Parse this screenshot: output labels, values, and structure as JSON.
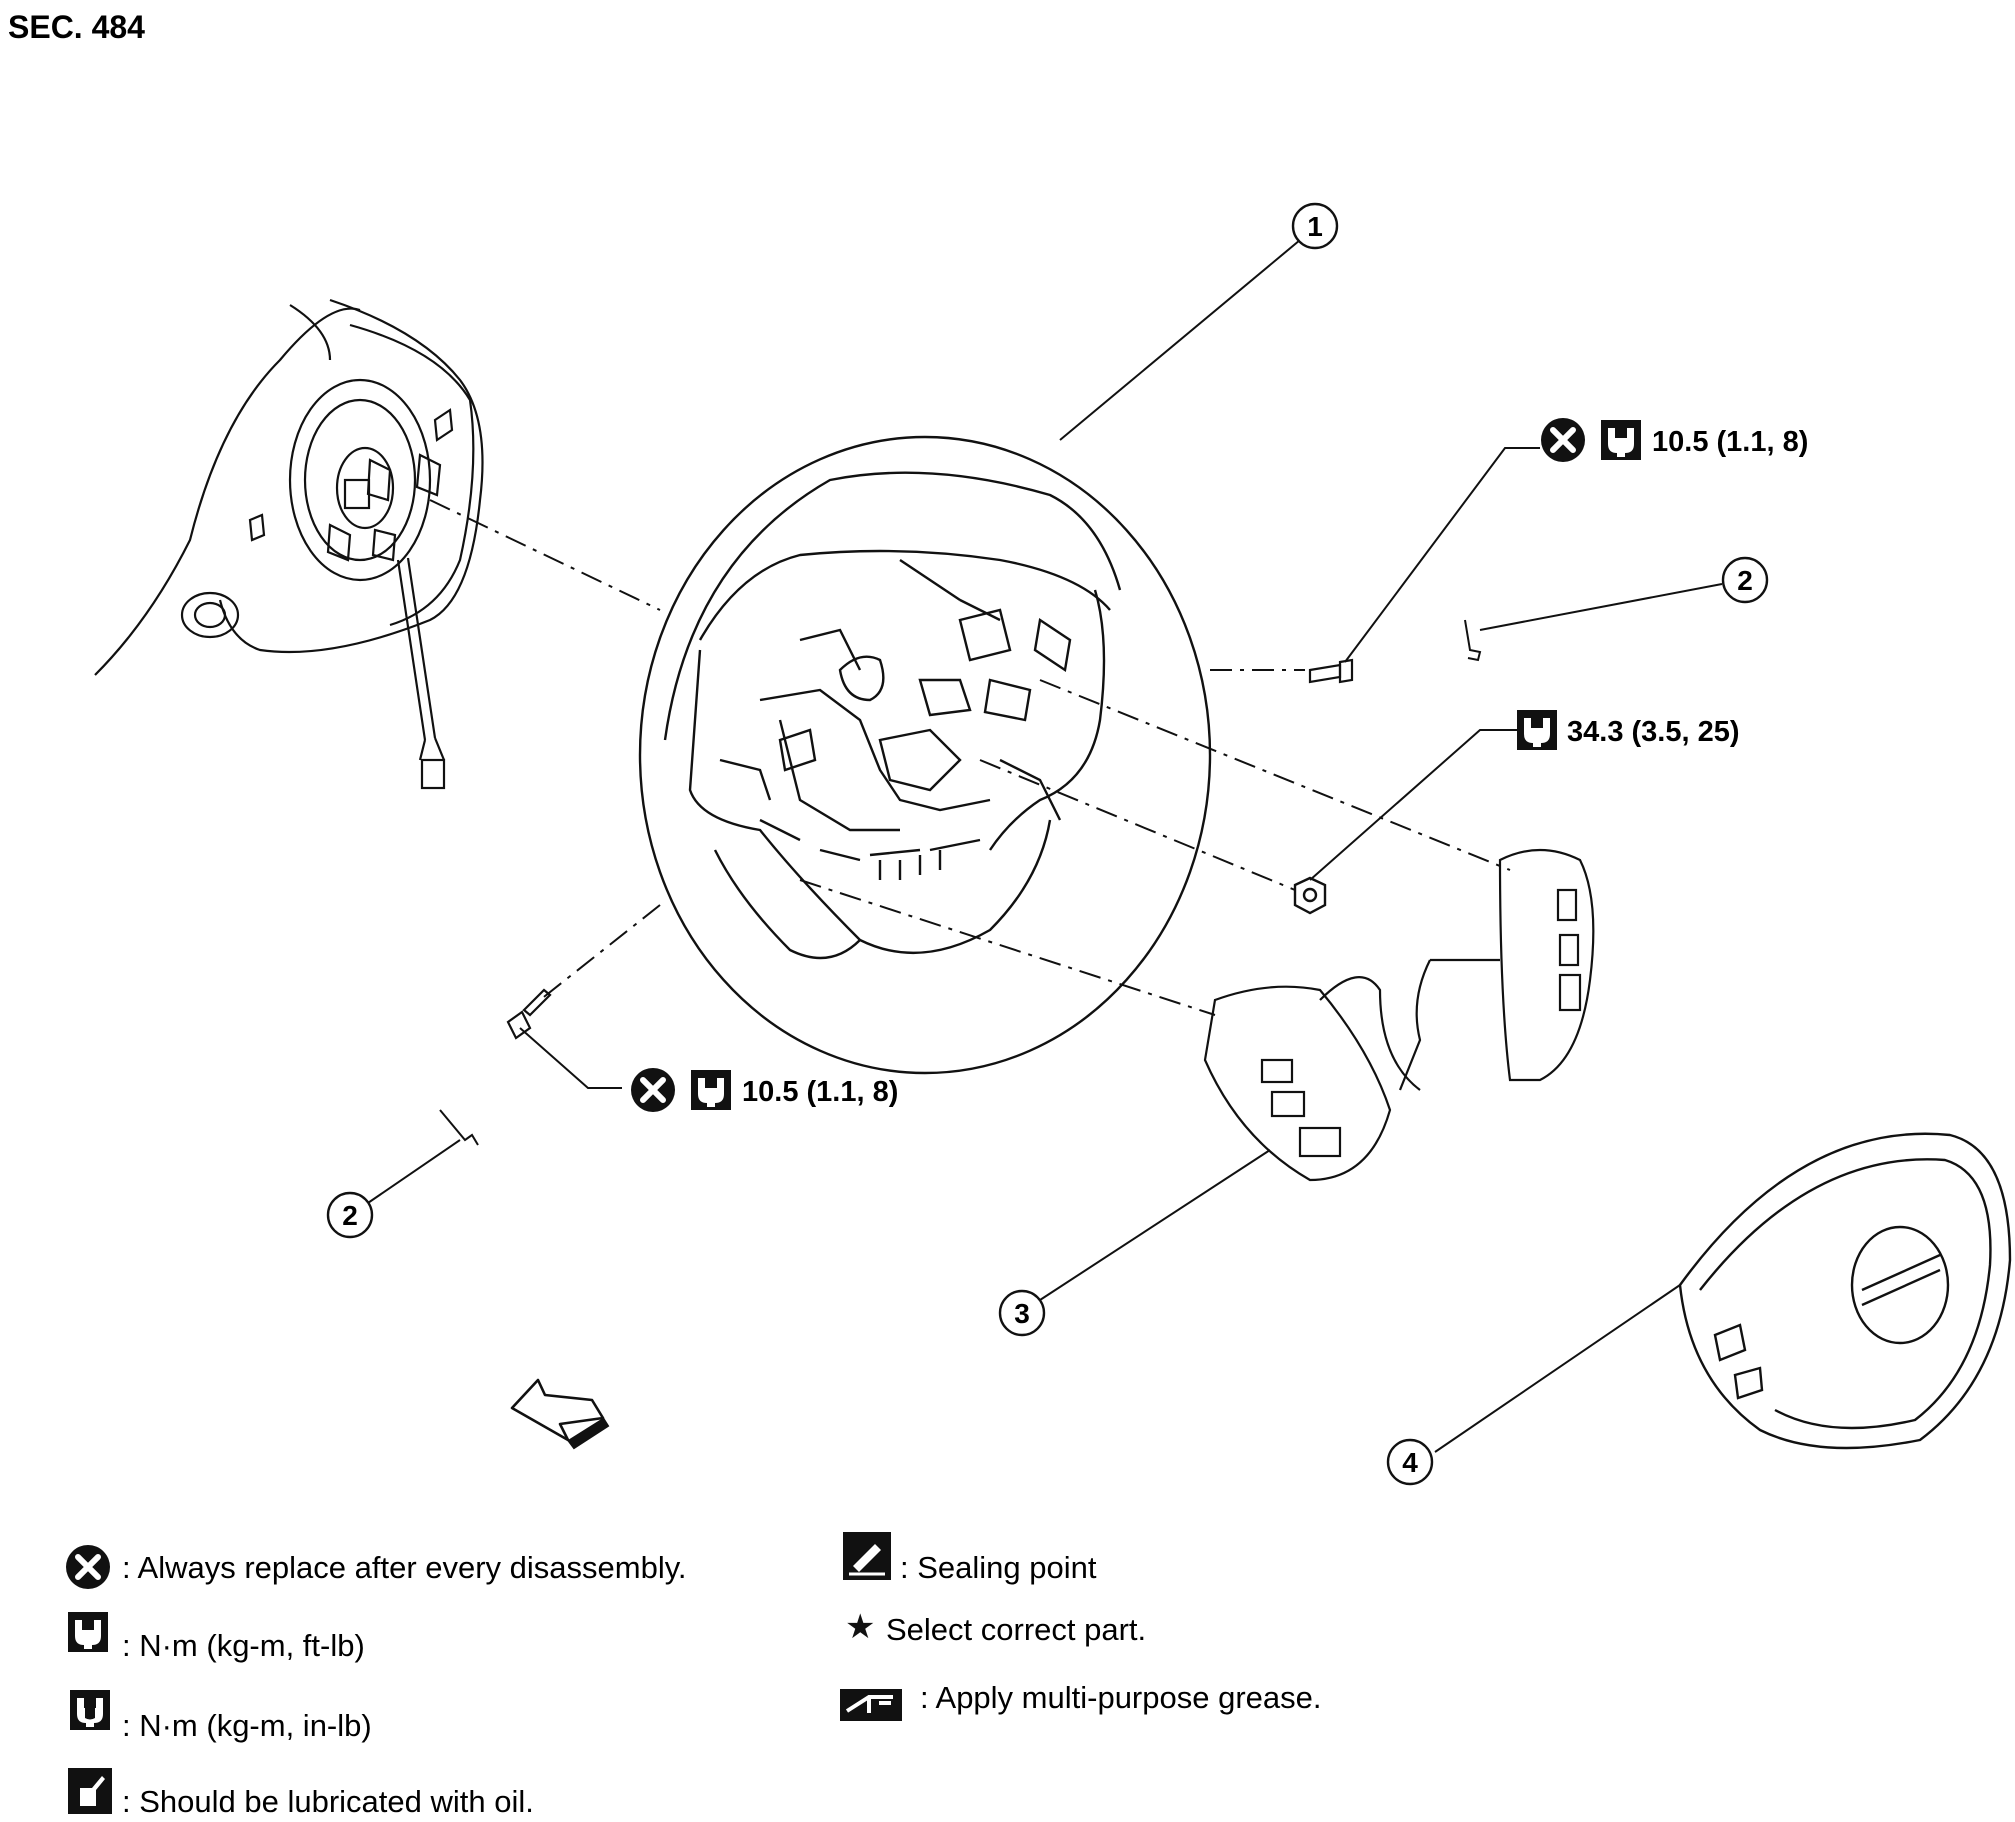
{
  "section_label": "SEC. 484",
  "callouts": {
    "c1": "1",
    "c2a": "2",
    "c2b": "2",
    "c3": "3",
    "c4": "4"
  },
  "torque_specs": {
    "top_bolt": "10.5 (1.1, 8)",
    "nut": "34.3 (3.5, 25)",
    "left_bolt": "10.5 (1.1, 8)"
  },
  "legend": {
    "replace": ": Always replace after every disassembly.",
    "nm_ftlb": ": N·m (kg-m, ft-lb)",
    "nm_inlb": ": N·m (kg-m, in-lb)",
    "oil": ": Should be lubricated with oil.",
    "sealing": ": Sealing point",
    "select": "Select correct part.",
    "grease": ": Apply multi-purpose grease."
  },
  "icons": [
    "replace-x-icon",
    "torque-wrench-icon",
    "torque-wrench-filled-icon",
    "oil-can-icon",
    "sealing-icon",
    "star-icon",
    "grease-icon",
    "front-arrow-icon"
  ],
  "colors": {
    "ink": "#111111",
    "background": "#ffffff"
  }
}
